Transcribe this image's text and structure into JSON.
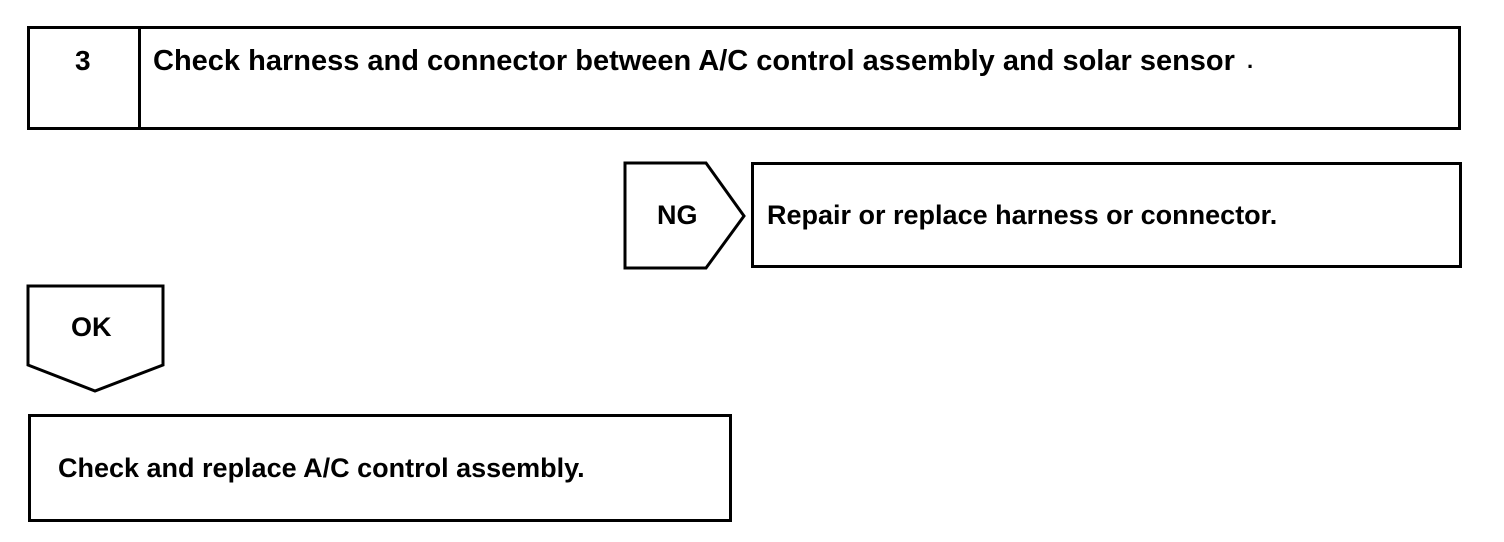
{
  "step": {
    "number": "3",
    "title": "Check harness and connector between A/C control assembly and solar sensor",
    "trailing_mark": "."
  },
  "ng_branch": {
    "label": "NG",
    "action": "Repair or replace harness or connector."
  },
  "ok_branch": {
    "label": "OK",
    "action": "Check and replace A/C control assembly."
  }
}
